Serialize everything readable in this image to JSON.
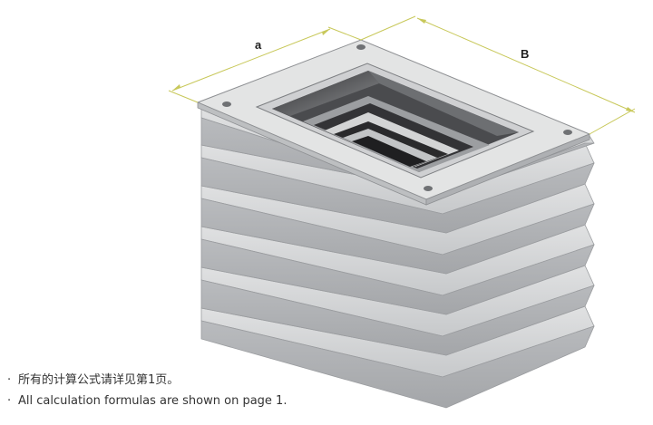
{
  "dimensions": {
    "a_label": "a",
    "b_label": "B"
  },
  "notes": [
    {
      "bullet": "·",
      "text": "所有的计算公式请详见第1页。"
    },
    {
      "bullet": "·",
      "text": "All calculation formulas are shown on page 1."
    }
  ],
  "colors": {
    "bellows_light": "#d2d3d4",
    "bellows_mid": "#bfc1c3",
    "bellows_dark": "#a9abae",
    "flange": "#dcdddd",
    "dimension_line": "#c8c85a",
    "interior_dark": "#3b3b3d"
  }
}
